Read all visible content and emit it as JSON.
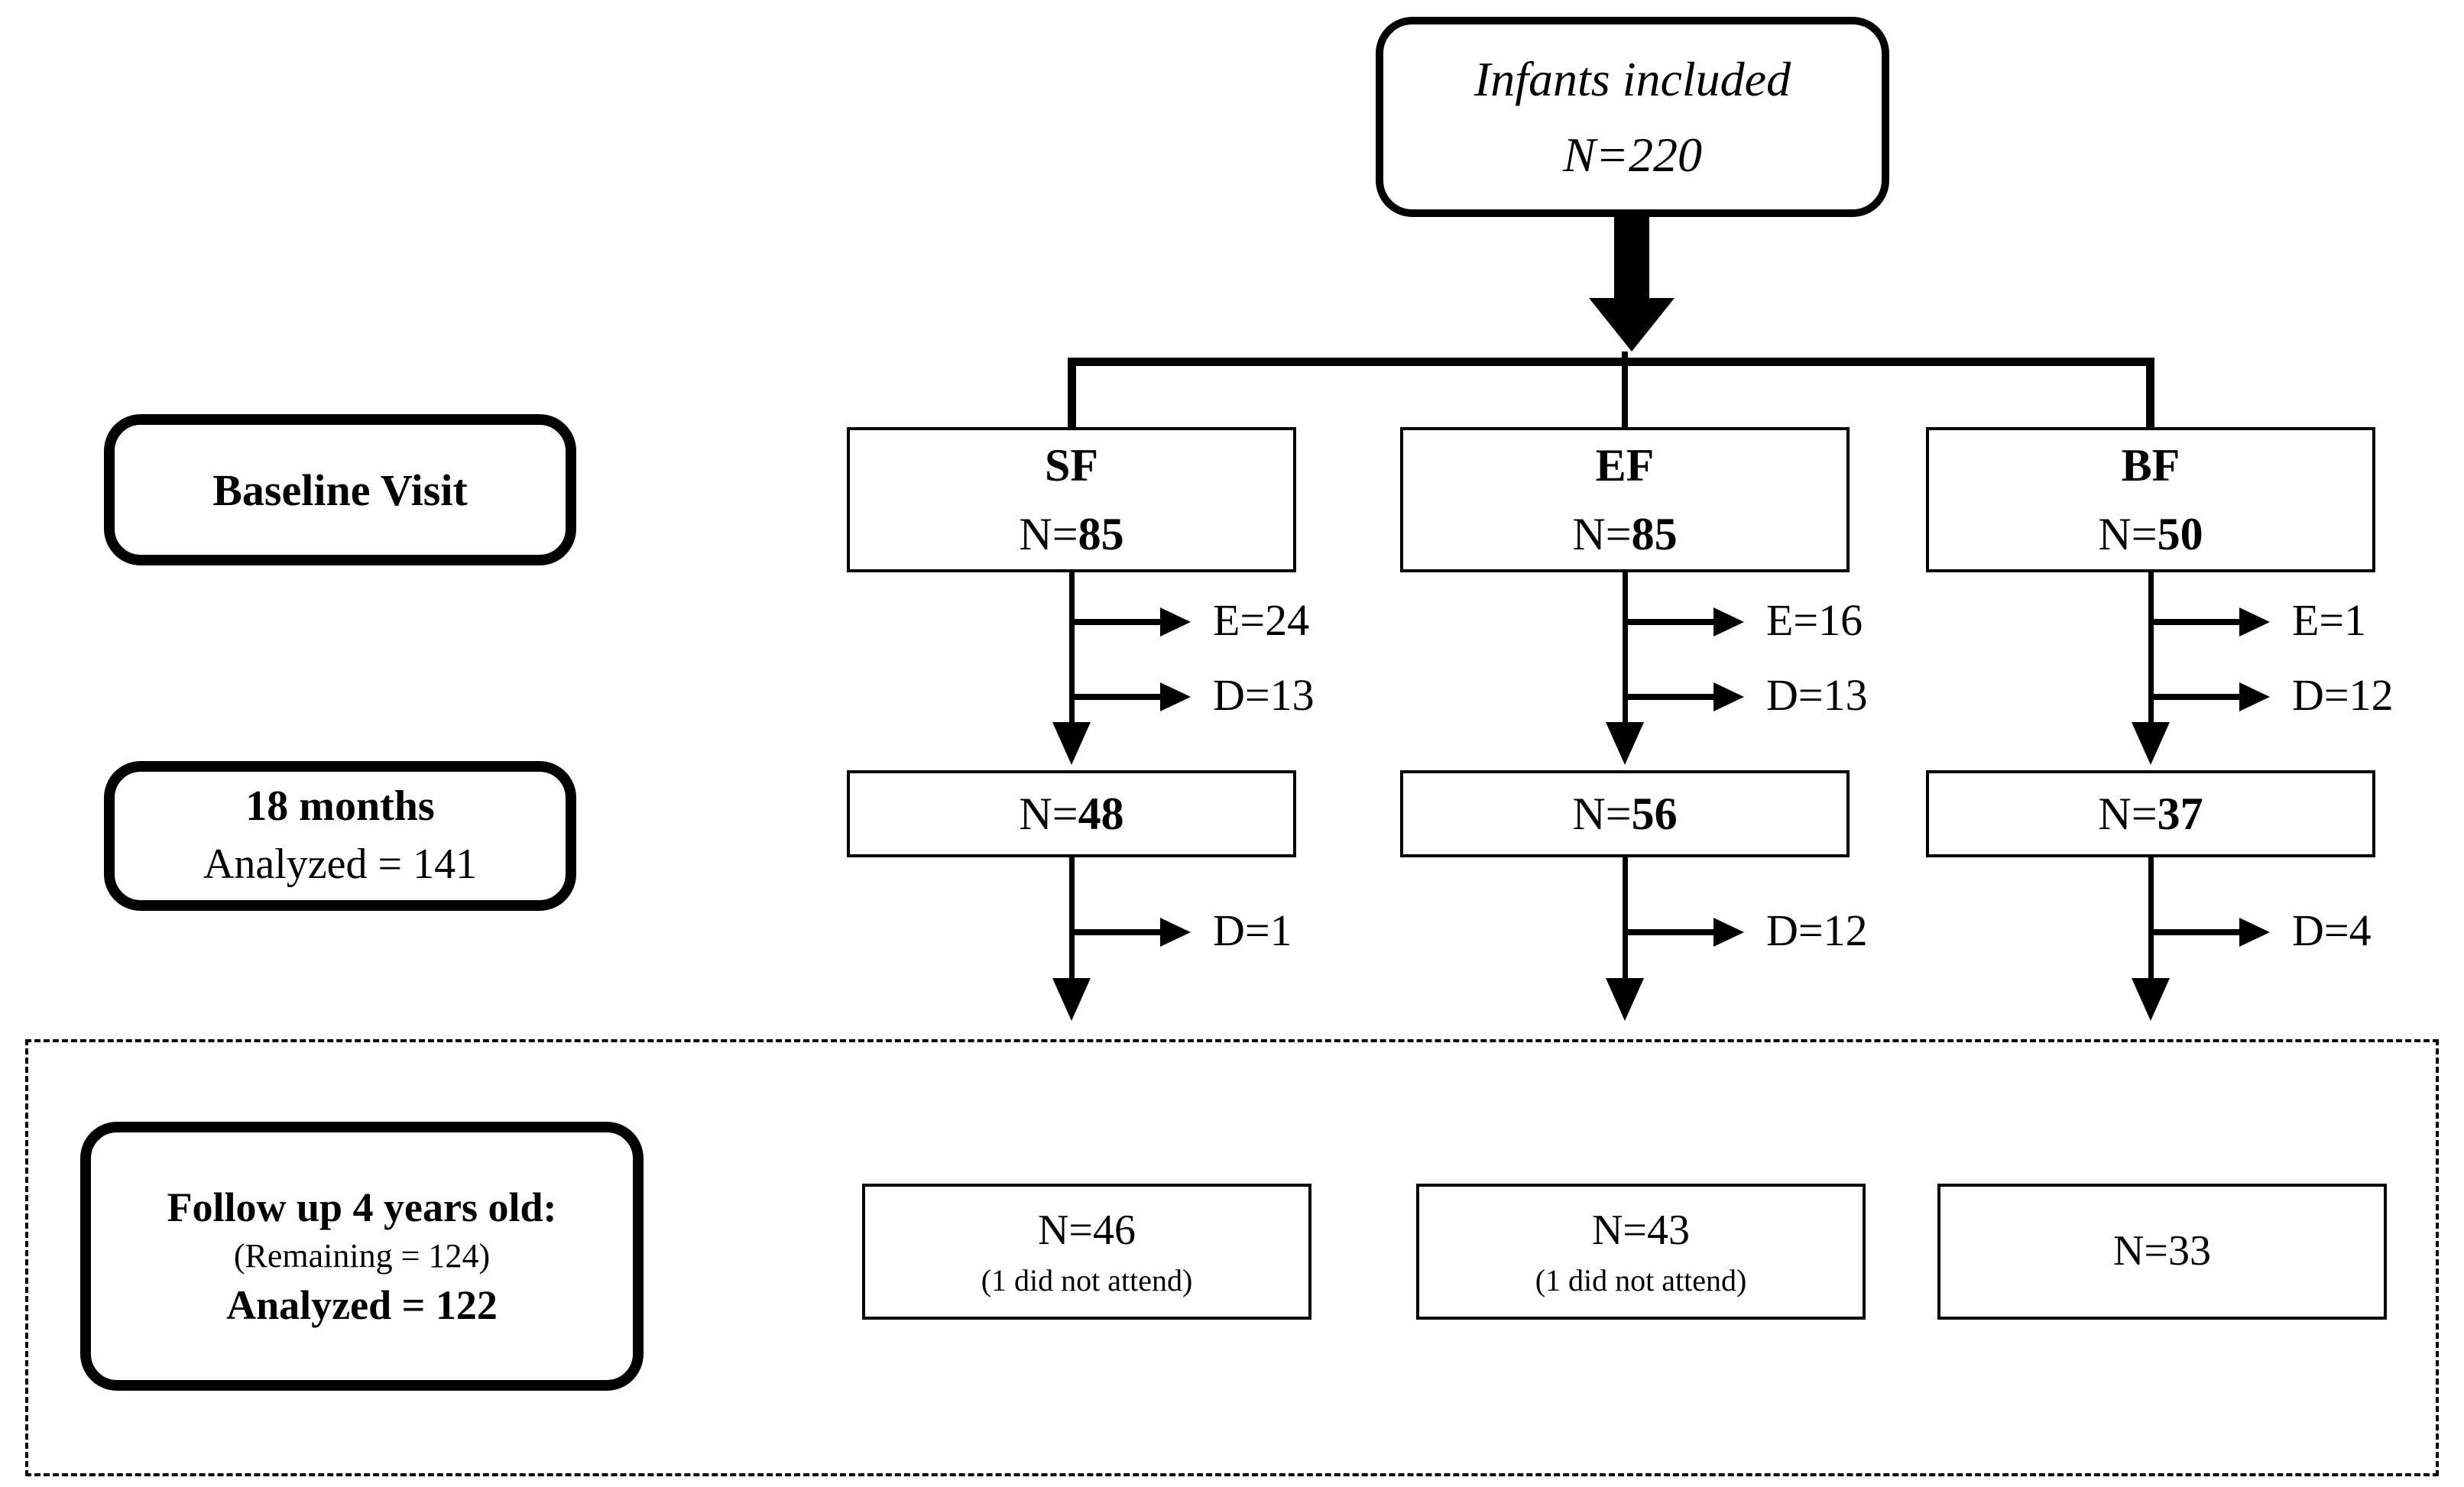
{
  "figure": {
    "type": "study-flow-diagram",
    "background": "#ffffff",
    "line_color": "#000000"
  },
  "top_box": {
    "line1": "Infants included",
    "line2": "N=220"
  },
  "row_labels": {
    "baseline": {
      "line1": "Baseline Visit"
    },
    "months18": {
      "line1": "18 months",
      "line2": "Analyzed = 141"
    },
    "followup": {
      "line1": "Follow up 4 years old:",
      "line2": "(Remaining = 124)",
      "line3": "Analyzed = 122"
    }
  },
  "columns": [
    {
      "id": "SF",
      "header": {
        "label": "SF",
        "n_prefix": "N=",
        "n_value": "85"
      },
      "excluded_e": "E=24",
      "excluded_d": "D=13",
      "mid": {
        "n_prefix": "N=",
        "n_value": "48"
      },
      "dropout": "D=1",
      "final": {
        "n": "N=46",
        "note": "(1 did not attend)"
      }
    },
    {
      "id": "EF",
      "header": {
        "label": "EF",
        "n_prefix": "N=",
        "n_value": "85"
      },
      "excluded_e": "E=16",
      "excluded_d": "D=13",
      "mid": {
        "n_prefix": "N=",
        "n_value": "56"
      },
      "dropout": "D=12",
      "final": {
        "n": "N=43",
        "note": "(1 did not attend)"
      }
    },
    {
      "id": "BF",
      "header": {
        "label": "BF",
        "n_prefix": "N=",
        "n_value": "50"
      },
      "excluded_e": "E=1",
      "excluded_d": "D=12",
      "mid": {
        "n_prefix": "N=",
        "n_value": "37"
      },
      "dropout": "D=4",
      "final": {
        "n": "N=33",
        "note": ""
      }
    }
  ]
}
